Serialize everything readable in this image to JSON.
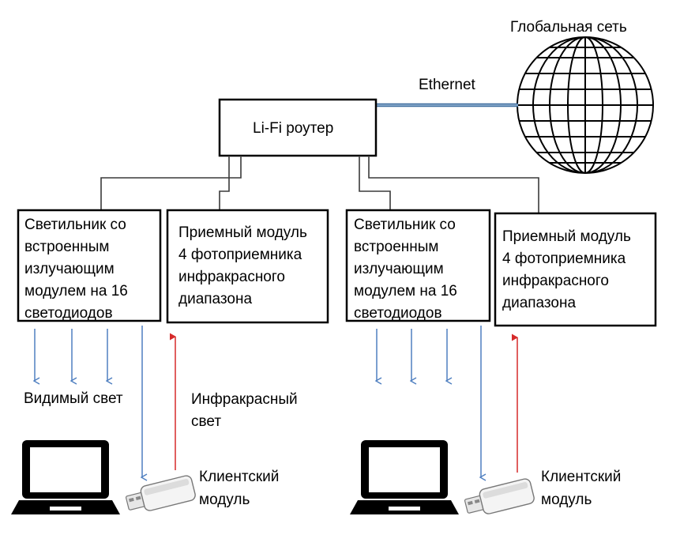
{
  "network": {
    "internet_label": "Глобальная сеть",
    "ethernet_label": "Ethernet",
    "router_label": "Li-Fi роутер"
  },
  "groups": [
    {
      "emitter_lines": [
        "Светильник со",
        "встроенным",
        "излучающим",
        "модулем на 16",
        "светодиодов"
      ],
      "receiver_lines": [
        "Приемный модуль",
        "4 фотоприемника",
        "инфракрасного",
        "диапазона"
      ],
      "client_lines": [
        "Клиентский",
        "модуль"
      ]
    },
    {
      "emitter_lines": [
        "Светильник со",
        "встроенным",
        "излучающим",
        "модулем на 16",
        "светодиодов"
      ],
      "receiver_lines": [
        "Приемный модуль",
        "4 фотоприемника",
        "инфракрасного",
        "диапазона"
      ],
      "client_lines": [
        "Клиентский",
        "модуль"
      ]
    }
  ],
  "legend": {
    "visible_light_label": "Видимый свет",
    "infrared_lines": [
      "Инфракрасный",
      "свет"
    ]
  },
  "colors": {
    "visible_light_arrow": "#4f7fc0",
    "infrared_arrow": "#d62a2a",
    "ethernet_cable": "#3f6e9e",
    "box_stroke": "#000000"
  },
  "icons": {
    "internet": "globe-icon",
    "client_device": "laptop-icon",
    "client_module": "usb-dongle-icon"
  }
}
